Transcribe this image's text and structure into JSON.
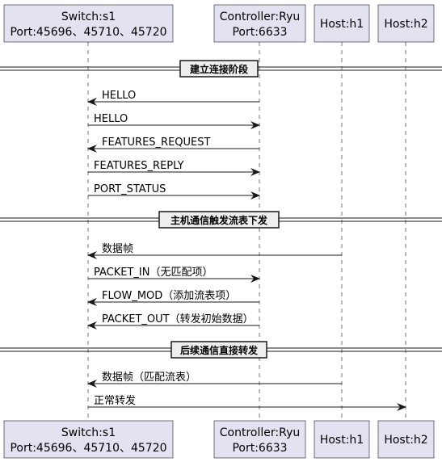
{
  "participants": [
    {
      "id": "s1",
      "line1": "Switch:s1",
      "line2": "Port:45696、45710、45720"
    },
    {
      "id": "ryu",
      "line1": "Controller:Ryu",
      "line2": "Port:6633"
    },
    {
      "id": "h1",
      "line1": "Host:h1",
      "line2": ""
    },
    {
      "id": "h2",
      "line1": "Host:h2",
      "line2": ""
    }
  ],
  "dividers": [
    {
      "label": "建立连接阶段"
    },
    {
      "label": "主机通信触发流表下发"
    },
    {
      "label": "后续通信直接转发"
    }
  ],
  "messages": [
    {
      "from": "ryu",
      "to": "s1",
      "label": "HELLO"
    },
    {
      "from": "s1",
      "to": "ryu",
      "label": "HELLO"
    },
    {
      "from": "ryu",
      "to": "s1",
      "label": "FEATURES_REQUEST"
    },
    {
      "from": "s1",
      "to": "ryu",
      "label": "FEATURES_REPLY"
    },
    {
      "from": "s1",
      "to": "ryu",
      "label": "PORT_STATUS"
    },
    {
      "from": "h1",
      "to": "s1",
      "label": "数据帧"
    },
    {
      "from": "s1",
      "to": "ryu",
      "label": "PACKET_IN（无匹配项）"
    },
    {
      "from": "ryu",
      "to": "s1",
      "label": "FLOW_MOD（添加流表项）"
    },
    {
      "from": "ryu",
      "to": "s1",
      "label": "PACKET_OUT（转发初始数据）"
    },
    {
      "from": "h1",
      "to": "s1",
      "label": "数据帧（匹配流表）"
    },
    {
      "from": "s1",
      "to": "h2",
      "label": "正常转发"
    }
  ],
  "colors": {
    "participant_fill": "#e2e2f0",
    "participant_stroke": "#181818",
    "lifeline": "#181818",
    "arrow": "#181818",
    "divider_fill": "#eeeeee",
    "text": "#000000"
  }
}
